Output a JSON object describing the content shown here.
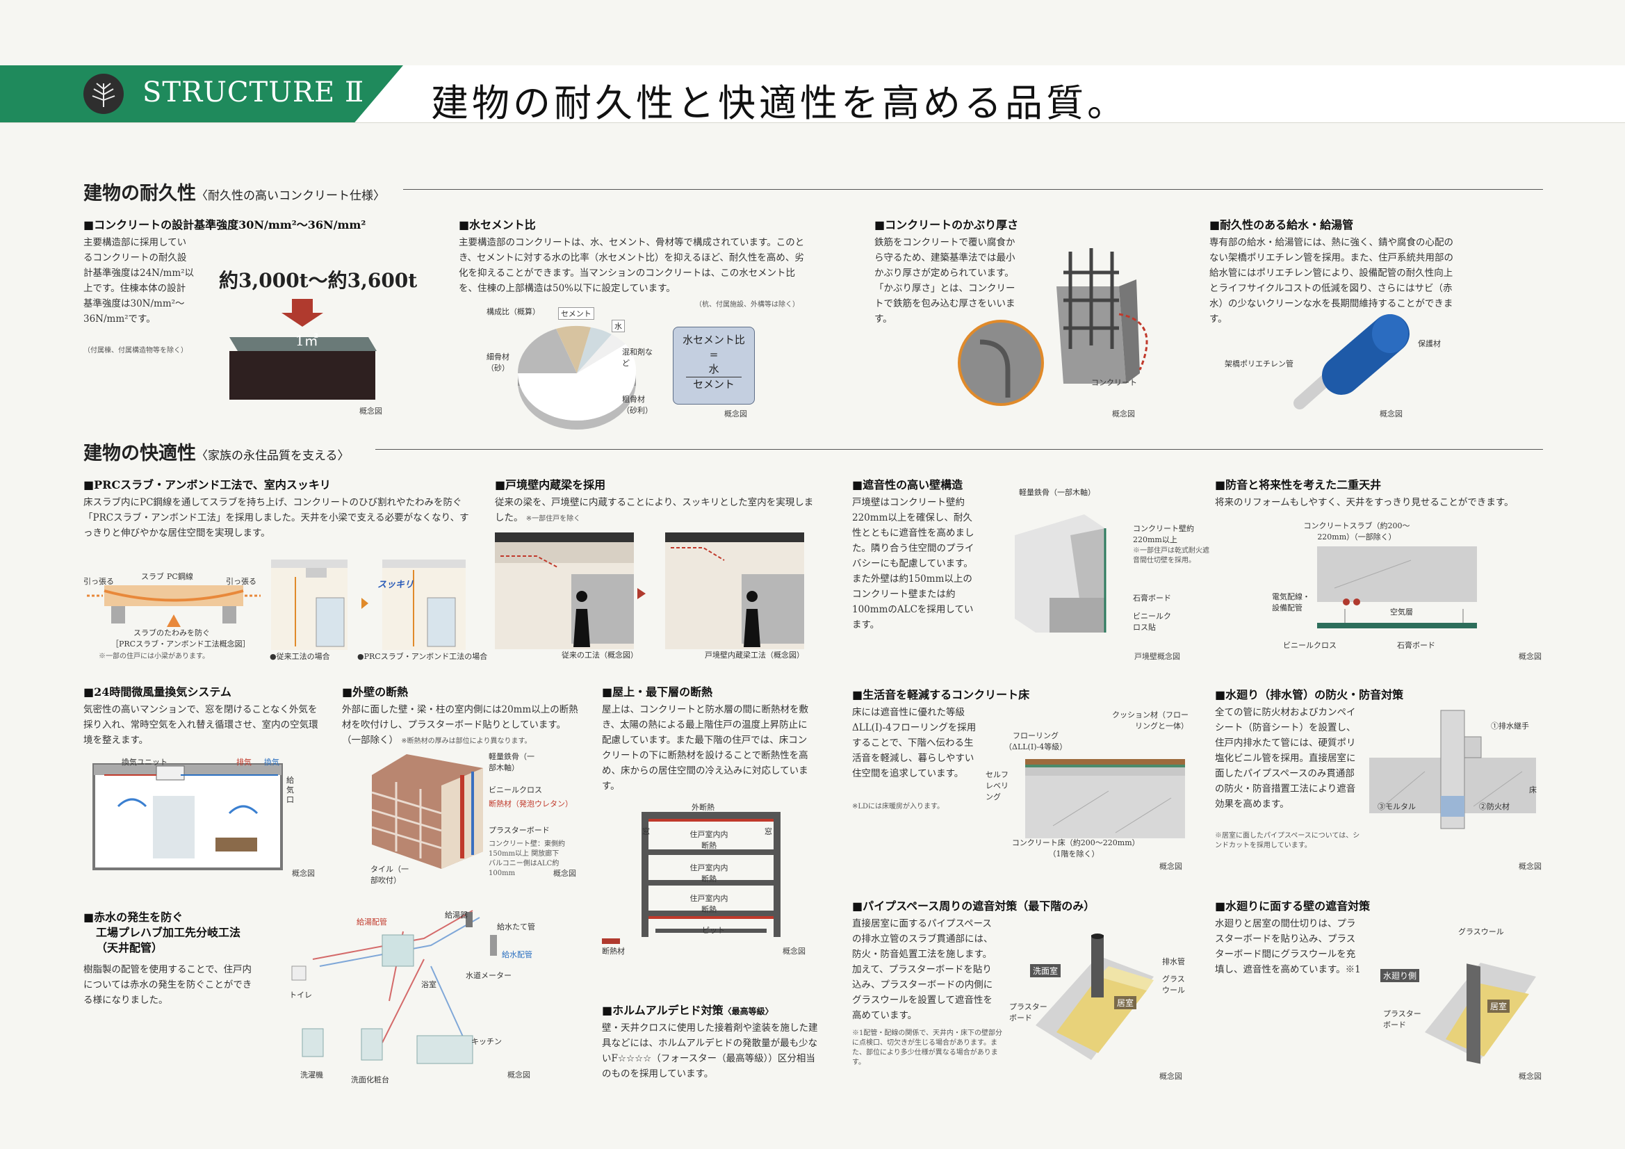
{
  "header": {
    "section_label": "STRUCTURE Ⅱ",
    "headline": "建物の耐久性と快適性を高める品質。"
  },
  "durability": {
    "title": "建物の耐久性",
    "subtitle": "〈耐久性の高いコンクリート仕様〉",
    "concrete_strength": {
      "heading": "■コンクリートの設計基準強度30N/mm²～36N/mm²",
      "body": "主要構造部に採用しているコンクリートの耐久設計基準強度は24N/mm²以上です。住棟本体の設計基準強度は30N/mm²～36N/mm²です。",
      "note": "（付属棟、付属構造物等を除く）",
      "load": "約3,000t〜約3,600t",
      "unit": "1㎡",
      "caption": "概念図"
    },
    "water_cement": {
      "heading": "■水セメント比",
      "body": "主要構造部のコンクリートは、水、セメント、骨材等で構成されています。このとき、セメントに対する水の比率（水セメント比）を抑えるほど、耐久性を高め、劣化を抑えることができます。当マンションのコンクリートは、この水セメント比を、住棟の上部構造は50%以下に設定しています。",
      "note": "（杭、付属施設、外構等は除く）",
      "chart_title": "構成比（概算）",
      "labels": [
        "セメント",
        "水",
        "混和剤など",
        "粗骨材（砂利）",
        "細骨材（砂）"
      ],
      "formula_top": "水セメント比",
      "formula_eq": "=",
      "formula_num": "水",
      "formula_den": "セメント",
      "caption": "概念図"
    },
    "cover": {
      "heading": "■コンクリートのかぶり厚さ",
      "body": "鉄筋をコンクリートで覆い腐食から守るため、建築基準法では最小かぶり厚さが定められています。「かぶり厚さ」とは、コンクリートで鉄筋を包み込む厚さをいいます。",
      "label": "コンクリート",
      "caption": "概念図"
    },
    "pipes": {
      "heading": "■耐久性のある給水・給湯管",
      "body": "専有部の給水・給湯管には、熱に強く、錆や腐食の心配のない架橋ポリエチレン管を採用。また、住戸系統共用部の給水管にはポリエチレン管により、設備配管の耐久性向上とライフサイクルコストの低減を図り、さらにはサビ（赤水）の少ないクリーンな水を長期間維持することができます。",
      "label_pipe": "架橋ポリエチレン管",
      "label_cover": "保護材",
      "caption": "概念図"
    }
  },
  "comfort": {
    "title": "建物の快適性",
    "subtitle": "〈家族の永住品質を支える〉",
    "prc": {
      "heading": "■PRCスラブ・アンボンド工法で、室内スッキリ",
      "body": "床スラブ内にPC鋼線を通してスラブを持ち上げ、コンクリートのひび割れやたわみを防ぐ「PRCスラブ・アンボンド工法」を採用しました。天井を小梁で支える必要がなくなり、すっきりと伸びやかな居住空間を実現します。",
      "l_pull1": "引っ張る",
      "l_slab": "スラブ",
      "l_pc": "PC鋼線",
      "l_pull2": "引っ張る",
      "l_prevent": "スラブのたわみを防ぐ",
      "l_fig": "［PRCスラブ・アンボンド工法概念図］",
      "note": "※一部の住戸には小梁があります。",
      "l_sukkiri": "スッキリ",
      "cap1": "●従来工法の場合",
      "cap2": "●PRCスラブ・アンボンド工法の場合"
    },
    "beam": {
      "heading": "■戸境壁内蔵梁を採用",
      "body": "従来の梁を、戸境壁に内蔵することにより、スッキリとした室内を実現しました。",
      "note": "※一部住戸を除く",
      "cap1": "従来の工法（概念図）",
      "cap2": "戸境壁内蔵梁工法（概念図）"
    },
    "wall": {
      "heading": "■遮音性の高い壁構造",
      "body": "戸境壁はコンクリート壁約220mm以上を確保し、耐久性とともに遮音性を高めました。隣り合う住空間のプライバシーにも配慮しています。また外壁は約150mm以上のコンクリート壁または約100mmのALCを採用しています。",
      "l1": "軽量鉄骨（一部木軸）",
      "l2": "コンクリート壁約220mm以上",
      "l3": "※一部住戸は乾式耐火遮音間仕切壁を採用。",
      "l4": "石膏ボード",
      "l5": "ビニールクロス貼",
      "caption": "戸境壁概念図"
    },
    "ceiling": {
      "heading": "■防音と将来性を考えた二重天井",
      "body": "将来のリフォームもしやすく、天井をすっきり見せることができます。",
      "l1": "コンクリートスラブ（約200〜220mm）（一部除く）",
      "l2": "電気配線・設備配管",
      "l3": "空気層",
      "l4": "ビニールクロス",
      "l5": "石膏ボード",
      "caption": "概念図"
    },
    "vent": {
      "heading": "■24時間微風量換気システム",
      "body": "気密性の高いマンションで、窓を閉けることなく外気を採り入れ、常時空気を入れ替え循環させ、室内の空気環境を整えます。",
      "l1": "換気ユニット",
      "l2": "排気",
      "l3": "換気",
      "l4": "給気口",
      "caption": "概念図"
    },
    "insul": {
      "heading": "■外壁の断熱",
      "body": "外部に面した壁・梁・柱の室内側には20mm以上の断熱材を吹付けし、プラスターボード貼りとしています。（一部除く）",
      "note": "※断熱材の厚みは部位により異なります。",
      "l1": "軽量鉄骨（一部木軸）",
      "l2": "ビニールクロス",
      "l3": "断熱材（発泡ウレタン）",
      "l4": "プラスターボード",
      "l5": "コンクリート壁：東側約150mm以上 関放廊下バルコニー側はALC約100mm",
      "l6": "タイル（一部吹付）",
      "caption": "概念図"
    },
    "roof": {
      "heading": "■屋上・最下層の断熱",
      "body": "屋上は、コンクリートと防水層の間に断熱材を敷き、太陽の熱による最上階住戸の温度上昇防止に配慮しています。また最下階の住戸では、床コンクリートの下に断熱材を設けることで断熱性を高め、床からの居住空間の冷え込みに対応しています。",
      "l_top": "外断熱",
      "l_room": "住戸室内内断熱",
      "l_window": "窓",
      "l_pit": "ピット",
      "l_legend": "断熱材",
      "caption": "概念図"
    },
    "floor": {
      "heading": "■生活音を軽減するコンクリート床",
      "body": "床には遮音性に優れた等級ΔLL(Ⅰ)-4フローリングを採用することで、下階へ伝わる生活音を軽減し、暮らしやすい住空間を追求しています。",
      "note": "※LDには床暖房が入ります。",
      "l1": "クッション材（フローリングと一体）",
      "l2": "フローリング（ΔLL(Ⅰ)-4等級）",
      "l3": "セルフレベリング",
      "l4": "コンクリート床（約200〜220mm）（1階を除く）",
      "caption": "概念図"
    },
    "drain": {
      "heading": "■水廻り（排水管）の防火・防音対策",
      "body": "全ての管に防火材およびカンペイシート（防音シート）を設置し、住戸内排水たて管には、硬質ポリ塩化ビニル管を採用。直接居室に面したパイプスペースのみ貫通部の防火・防音措置工法により遮音効果を高めます。",
      "note": "※居室に面したパイプスペースについては、シンドカットを採用しています。",
      "l1": "①排水継手",
      "l2": "床",
      "l3": "③モルタル",
      "l4": "②防火材",
      "caption": "概念図"
    },
    "redwater": {
      "heading": "■赤水の発生を防ぐ",
      "heading2": "工場プレハブ加工先分岐工法",
      "heading3": "（天井配管）",
      "body": "樹脂製の配管を使用することで、住戸内については赤水の発生を防ぐことができる様になりました。",
      "l1": "給湯配管",
      "l2": "給湯器",
      "l3": "給水たて管",
      "l4": "給水配管",
      "l5": "トイレ",
      "l6": "浴室",
      "l7": "水道メーター",
      "l8": "キッチン",
      "l9": "洗濯機",
      "l10": "洗面化粧台",
      "caption": "概念図"
    },
    "formaldehyde": {
      "heading": "■ホルムアルデヒド対策",
      "heading_small": "〈最高等級〉",
      "body": "壁・天井クロスに使用した接着剤や塗装を施した建具などには、ホルムアルデヒドの発散量が最も少ないF☆☆☆☆（フォースター（最高等級））区分相当のものを採用しています。"
    },
    "pipespace": {
      "heading": "■パイプスペース周りの遮音対策（最下階のみ）",
      "body": "直接居室に面するパイプスペースの排水立管のスラブ貫通部には、防火・防音処置工法を施します。加えて、プラスターボードを貼り込み、プラスターボードの内側にグラスウールを設置して遮音性を高めています。",
      "note": "※1配管・配線の関係で、天井内・床下の壁部分に点検口、切欠きが生じる場合があります。また、部位により多少仕様が異なる場合があります。",
      "l1": "洗面室",
      "l2": "排水管",
      "l3": "グラスウール",
      "l4": "居室",
      "l5": "プラスターボード",
      "caption": "概念図"
    },
    "wetwall": {
      "heading": "■水廻りに面する壁の遮音対策",
      "body": "水廻りと居室の間仕切りは、プラスターボードを貼り込み、プラスターボード間にグラスウールを充填し、遮音性を高めています。※1",
      "l1": "グラスウール",
      "l2": "水廻り側",
      "l3": "居室",
      "l4": "プラスターボード",
      "caption": "概念図"
    }
  },
  "colors": {
    "brand": "#1f8a5c",
    "accent_red": "#b03a2e",
    "pipe_blue": "#1e5aa8",
    "insulation": "#e8d27a"
  }
}
